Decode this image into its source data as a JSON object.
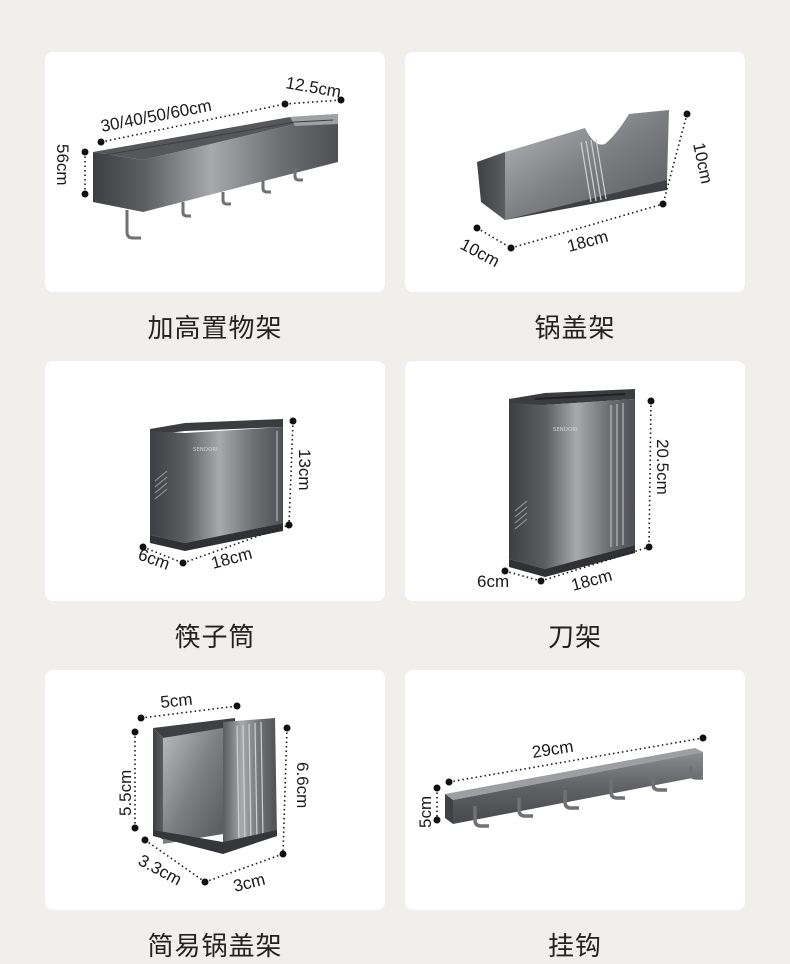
{
  "products": [
    {
      "name": "加高置物架",
      "dims": {
        "length": "30/40/50/60cm",
        "depth": "12.5cm",
        "height": "56cm"
      }
    },
    {
      "name": "锅盖架",
      "dims": {
        "height": "10cm",
        "length": "18cm",
        "depth": "10cm"
      }
    },
    {
      "name": "筷子筒",
      "dims": {
        "height": "13cm",
        "length": "18cm",
        "depth": "6cm"
      },
      "brand": "SENDORI"
    },
    {
      "name": "刀架",
      "dims": {
        "height": "20.5cm",
        "length": "18cm",
        "depth": "6cm"
      },
      "brand": "SENDORI"
    },
    {
      "name": "简易锅盖架",
      "dims": {
        "width": "5cm",
        "height_left": "5.5cm",
        "height_right": "6.6cm",
        "depth": "3.3cm",
        "front": "3cm"
      }
    },
    {
      "name": "挂钩",
      "dims": {
        "length": "29cm",
        "height": "5cm"
      }
    }
  ],
  "colors": {
    "background": "#f1efeb",
    "card": "#ffffff",
    "product_metal": "#6e7072"
  }
}
